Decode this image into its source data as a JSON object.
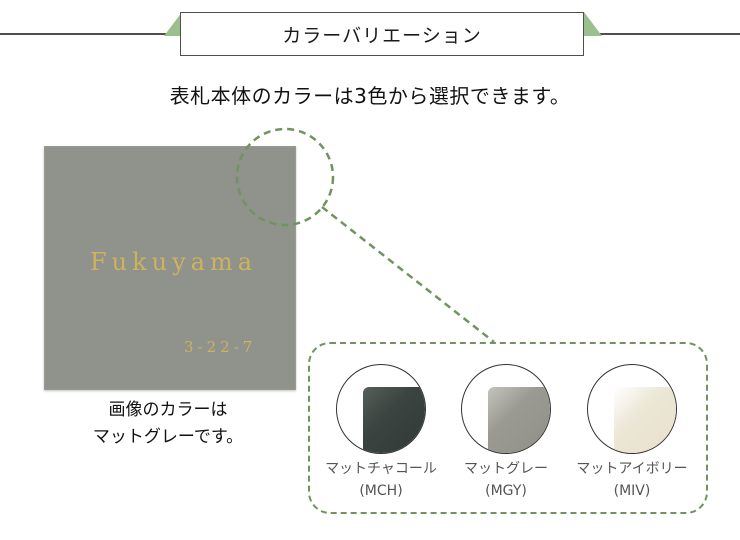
{
  "header": {
    "title": "カラーバリエーション"
  },
  "subtitle": "表札本体のカラーは3色から選択できます。",
  "nameplate": {
    "name": "Fukuyama",
    "number": "3-22-7",
    "color": "#8f938b",
    "lettering_color": "#cfb25e"
  },
  "caption": {
    "line1": "画像のカラーは",
    "line2": "マットグレーです。"
  },
  "swatches": [
    {
      "name": "マットチャコール",
      "code": "(MCH)",
      "color": "#3b4440"
    },
    {
      "name": "マットグレー",
      "code": "(MGY)",
      "color": "#9a9a92"
    },
    {
      "name": "マットアイボリー",
      "code": "(MIV)",
      "color": "#ece7d6"
    }
  ],
  "accent_color": "#6f9460"
}
